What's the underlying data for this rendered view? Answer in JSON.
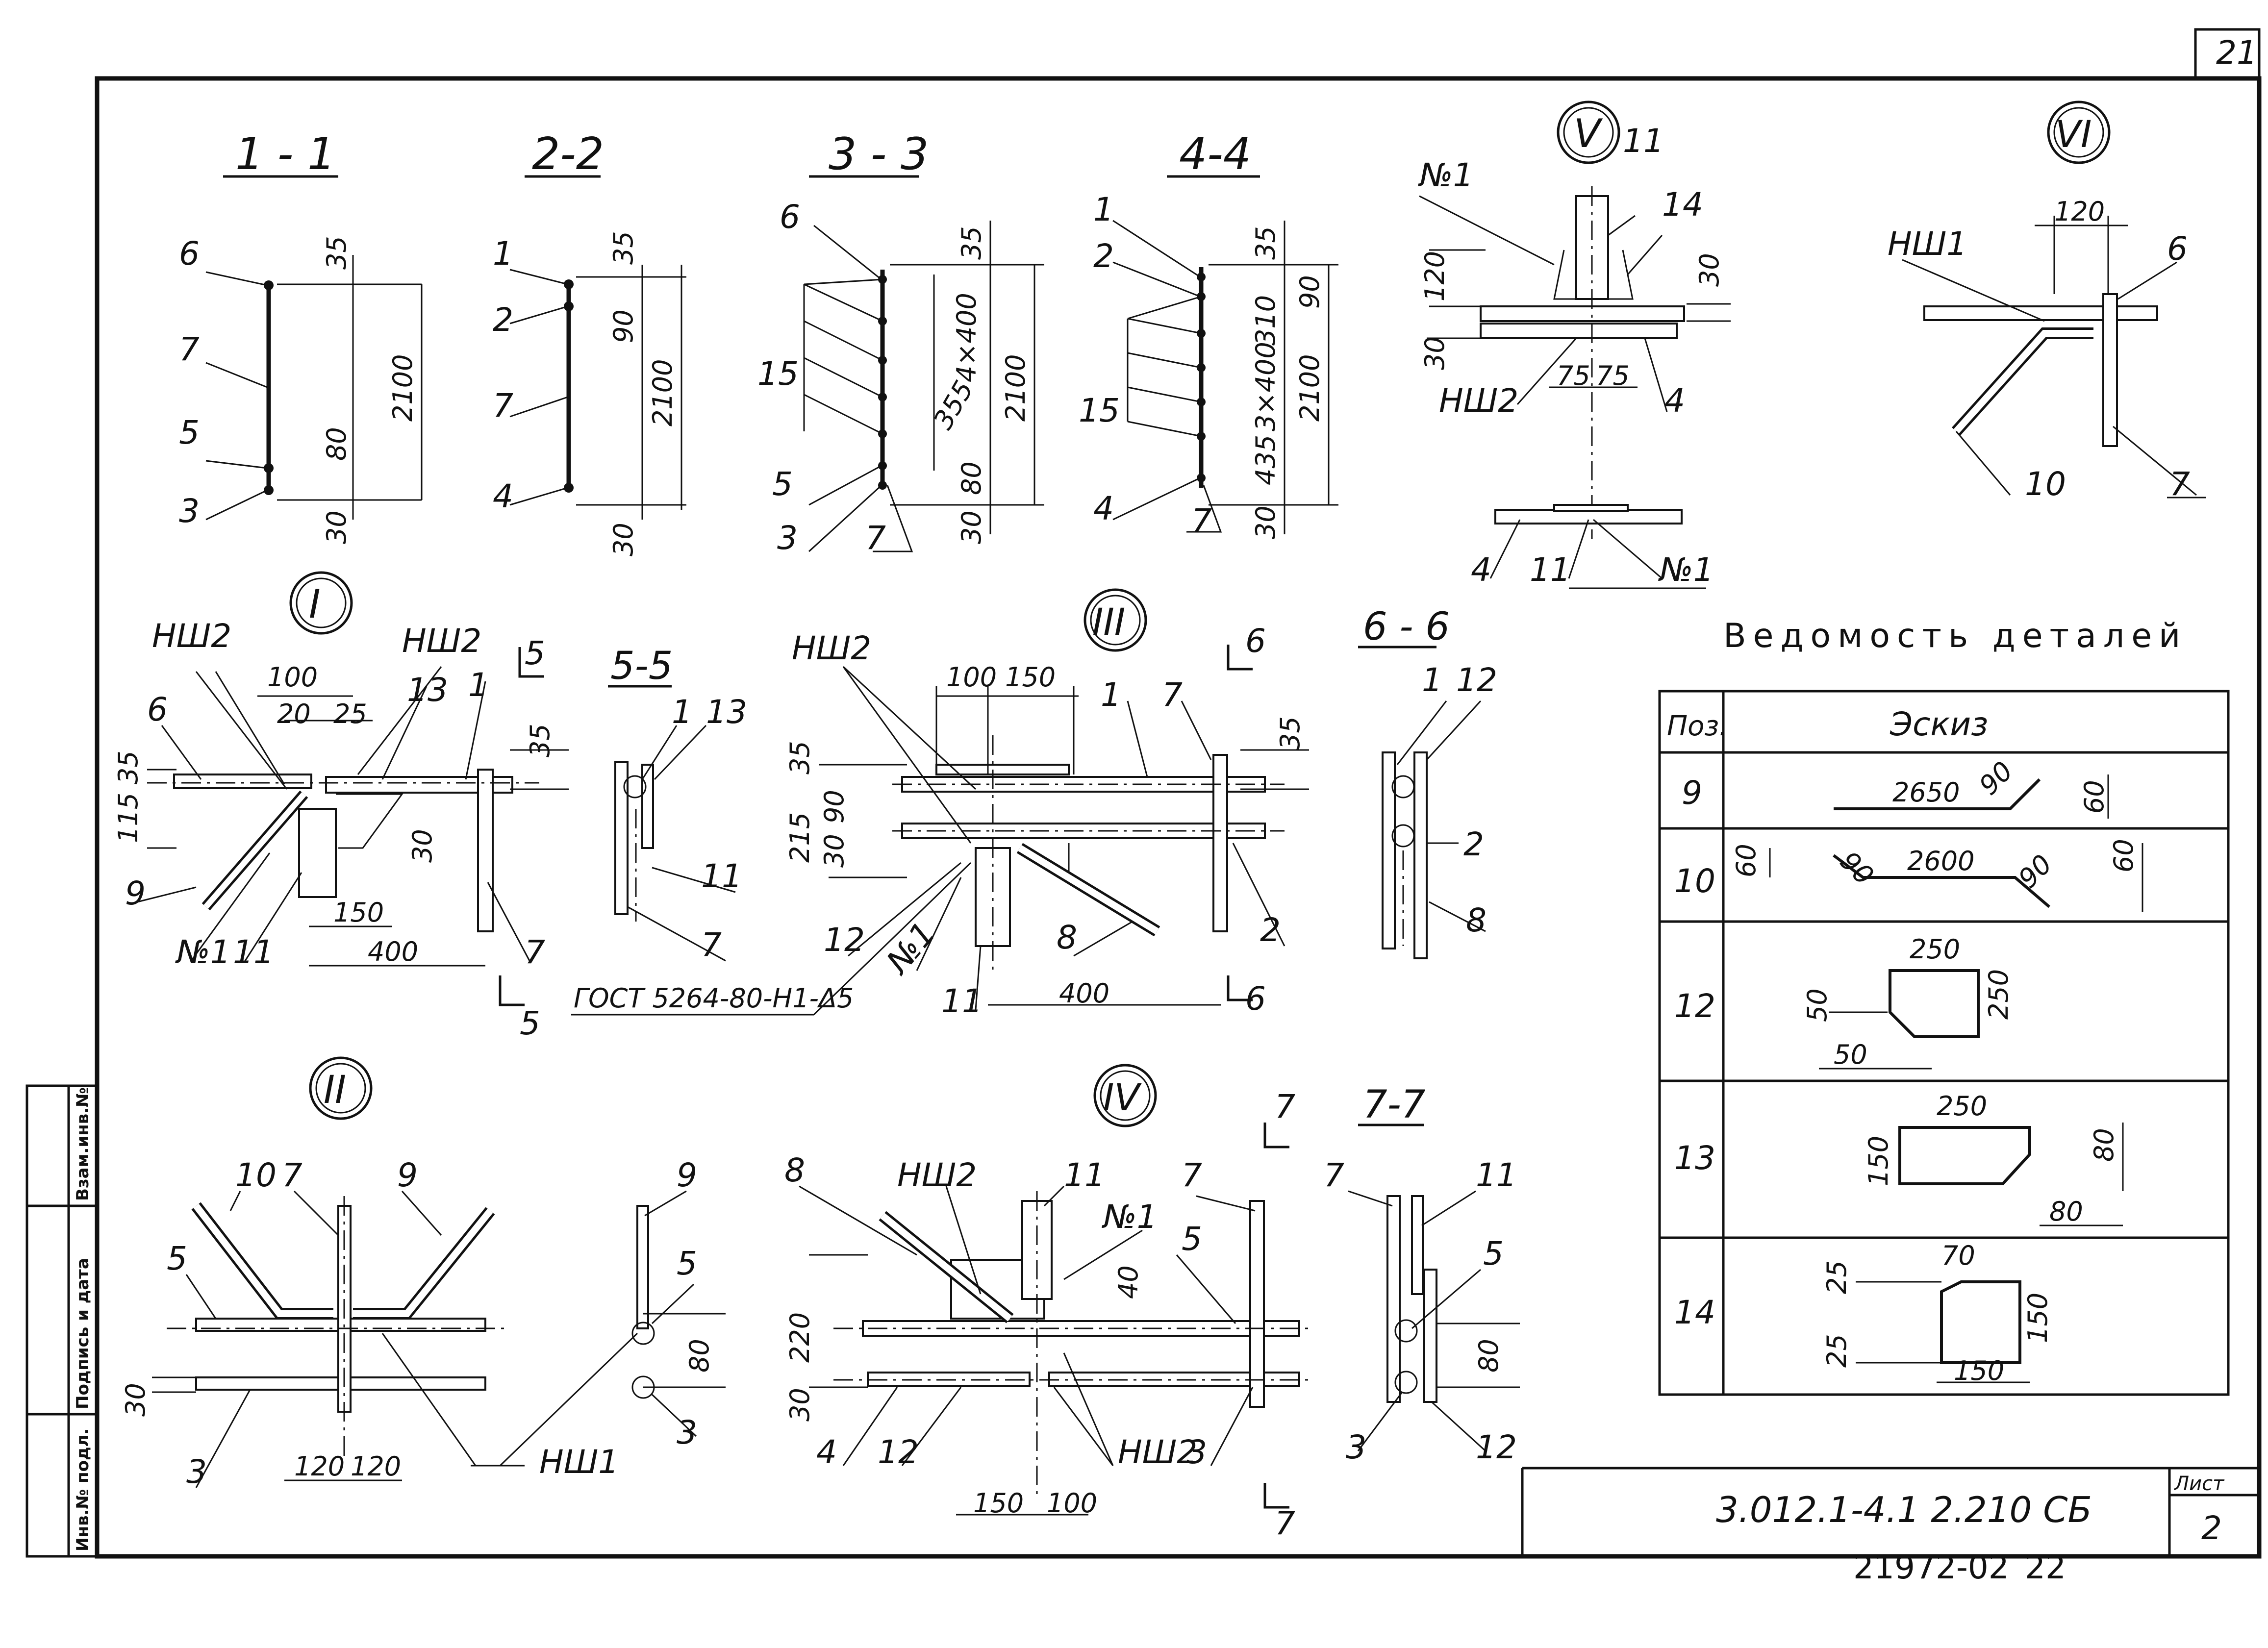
{
  "sheet": {
    "corner_number": "21",
    "designation": "3.012.1-4.1  2.210 СБ",
    "sheet_label": "Лист",
    "sheet_number": "2",
    "archive_number": "21972-02",
    "archive_page": "22",
    "stamp_cells": [
      "Инв.№ подл.",
      "Подпись и дата",
      "Взам.инв.№"
    ]
  },
  "sections": {
    "s11": {
      "title": "1 - 1",
      "positions": [
        "6",
        "7",
        "5",
        "3"
      ],
      "dims": [
        "35",
        "2100",
        "80",
        "30"
      ]
    },
    "s22": {
      "title": "2-2",
      "positions": [
        "1",
        "2",
        "7",
        "4"
      ],
      "dims": [
        "35",
        "90",
        "2100",
        "30"
      ]
    },
    "s33": {
      "title": "3 - 3",
      "positions": [
        "6",
        "15",
        "5",
        "3",
        "7"
      ],
      "dims": [
        "35",
        "4×400",
        "355",
        "2100",
        "80",
        "30"
      ]
    },
    "s44": {
      "title": "4-4",
      "positions": [
        "1",
        "2",
        "15",
        "4",
        "7"
      ],
      "dims": [
        "35",
        "90",
        "310",
        "3×400",
        "435",
        "2100",
        "30"
      ]
    }
  },
  "nodes": {
    "n5": {
      "mark": "V",
      "labels": [
        "№1",
        "11",
        "14",
        "НШ2",
        "4",
        "4",
        "11",
        "№1"
      ],
      "dims": [
        "120",
        "30",
        "30",
        "75",
        "75"
      ]
    },
    "n6": {
      "mark": "VI",
      "labels": [
        "НШ1",
        "6",
        "10",
        "7"
      ],
      "dims": [
        "120"
      ]
    },
    "n1": {
      "mark": "I",
      "labels": [
        "НШ2",
        "НШ2",
        "6",
        "13",
        "1",
        "9",
        "№1",
        "11",
        "7"
      ],
      "dims": [
        "100",
        "20",
        "25",
        "35",
        "115",
        "30",
        "150",
        "400",
        "35"
      ]
    },
    "s55": {
      "title": "5-5",
      "labels": [
        "1",
        "13",
        "11",
        "7"
      ]
    },
    "n3": {
      "mark": "III",
      "labels": [
        "НШ2",
        "1",
        "7",
        "12",
        "№1",
        "8",
        "2",
        "11"
      ],
      "dims": [
        "100",
        "150",
        "35",
        "215",
        "90",
        "30",
        "35",
        "400"
      ]
    },
    "s66": {
      "title": "6 - 6",
      "labels": [
        "1",
        "12",
        "2",
        "8"
      ]
    },
    "cut_marks": [
      "5",
      "5",
      "6",
      "6",
      "7",
      "7"
    ],
    "weld_note": "ГОСТ 5264-80-Н1-Δ5",
    "n2": {
      "mark": "II",
      "labels": [
        "10",
        "7",
        "9",
        "5",
        "3",
        "НШ1",
        "9",
        "5",
        "3"
      ],
      "dims": [
        "30",
        "120",
        "120",
        "80"
      ]
    },
    "n4": {
      "mark": "IV",
      "labels": [
        "8",
        "НШ2",
        "11",
        "№1",
        "7",
        "5",
        "4",
        "12",
        "НШ2",
        "3"
      ],
      "dims": [
        "220",
        "30",
        "40",
        "150",
        "100"
      ]
    },
    "s77": {
      "title": "7-7",
      "labels": [
        "7",
        "11",
        "5",
        "3",
        "12"
      ],
      "dims": [
        "80"
      ]
    }
  },
  "details_table": {
    "heading": "Ведомость деталей",
    "col_pos": "Поз.",
    "col_sketch": "Эскиз",
    "rows": [
      {
        "pos": "9",
        "dims": [
          "2650",
          "90",
          "60"
        ]
      },
      {
        "pos": "10",
        "dims": [
          "60",
          "90",
          "2600",
          "90",
          "60"
        ]
      },
      {
        "pos": "12",
        "dims": [
          "250",
          "250",
          "50",
          "50"
        ]
      },
      {
        "pos": "13",
        "dims": [
          "250",
          "150",
          "80",
          "80"
        ]
      },
      {
        "pos": "14",
        "dims": [
          "70",
          "25",
          "25",
          "150",
          "150"
        ]
      }
    ]
  }
}
